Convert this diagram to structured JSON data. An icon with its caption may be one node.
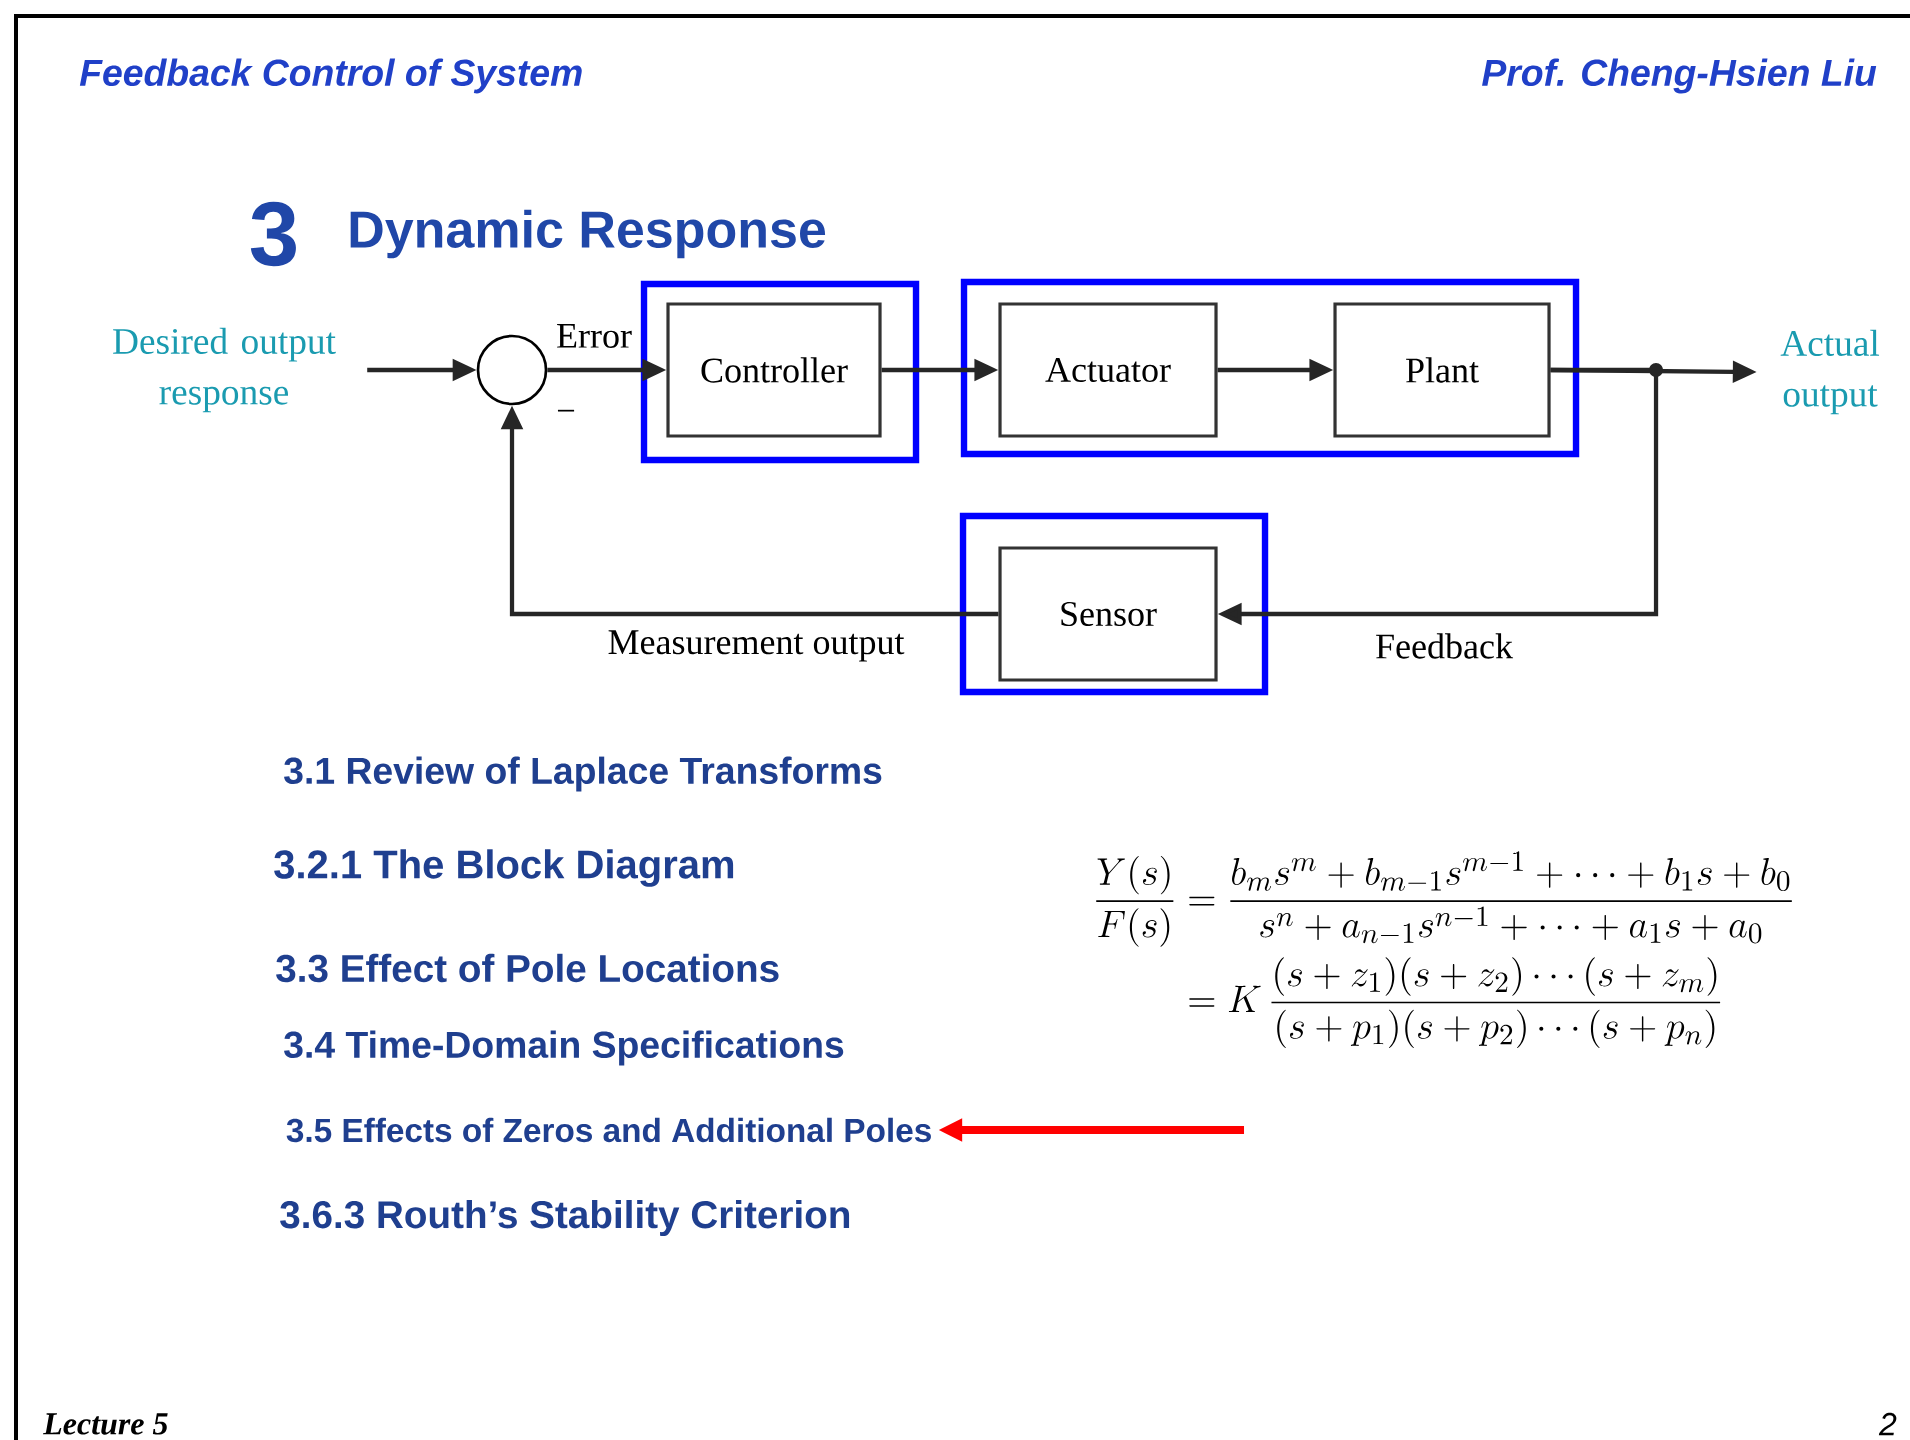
{
  "diagram": {
    "nodes": [
      {
        "text": [
          "Desired output response"
        ]
      },
      {
        "text": [],
        "shape": "circle"
      },
      {
        "text": [],
        "shape": "box"
      },
      {
        "text": [
          "Controller"
        ],
        "in": 2
      },
      {
        "text": [],
        "shape": "box"
      },
      {
        "text": [
          "Actuator"
        ],
        "in": 4
      },
      {
        "text": [
          "Plant"
        ],
        "in": 4
      },
      {
        "text": [
          "Actual output"
        ]
      },
      {
        "text": [],
        "shape": "box"
      },
      {
        "text": [
          "Sensor"
        ],
        "in": 8
      },
      {
        "text": [
          "3.5 Effects of Zeros and Additional Poles"
        ]
      }
    ],
    "edges": [
      {
        "from": 0,
        "to": 1,
        "arrow": "to"
      },
      {
        "from": 1,
        "to": 3,
        "arrow": "to",
        "label": "Error"
      },
      {
        "from": 3,
        "to": 5,
        "arrow": "to"
      },
      {
        "from": 5,
        "to": 6,
        "arrow": "to"
      },
      {
        "from": 6,
        "to": 7,
        "arrow": "to"
      },
      {
        "from": 6,
        "to": 9,
        "arrow": "to",
        "label": "Feedback"
      },
      {
        "from": 9,
        "to": 1,
        "arrow": "to",
        "label": "Measurement output"
      },
      {
        "from": null,
        "to": 10,
        "arrow": "to",
        "style": "thick",
        "color": "#ff0000"
      }
    ],
    "labels": [
      "Feedback Control of System",
      "Prof. Cheng-Hsien Liu",
      "3",
      "Dynamic Response",
      "−",
      "3.1 Review of Laplace Transforms",
      "3.2.1 The Block Diagram",
      "3.3 Effect of Pole Locations",
      "3.4 Time-Domain Specifications",
      "3.6.3 Routh’s Stability Criterion",
      "\\begin{aligned}\\frac{Y(s)}{F(s)} &= \\frac{b_m s^m + b_{m-1}s^{m-1} + \\cdots + b_1 s + b_0}{s^n + a_{n-1}s^{n-1} + \\cdots + a_1 s + a_0}\\\\ &= K\\,\\frac{(s+z_1)(s+z_2)\\cdots(s+z_m)}{(s+p_1)(s+p_2)\\cdots(s+p_n)}\\end{aligned}",
      "Lecture 5",
      "2"
    ]
  }
}
